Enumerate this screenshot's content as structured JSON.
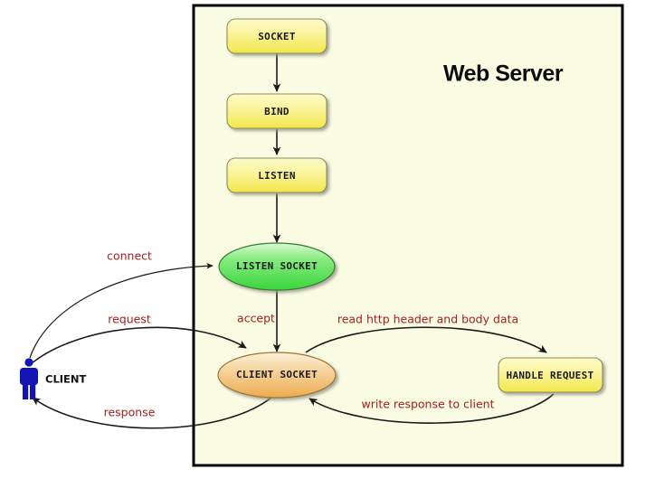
{
  "diagram": {
    "title": "Web Server",
    "client_actor": {
      "label": "CLIENT",
      "icon": "person-icon",
      "color": "#1414b4"
    },
    "container": {
      "name": "web-server-boundary",
      "fill": "#f9fbe3",
      "stroke": "#000000"
    },
    "nodes": [
      {
        "id": "socket",
        "label": "SOCKET",
        "shape": "rounded-rect",
        "color": "#f5ef7a"
      },
      {
        "id": "bind",
        "label": "BIND",
        "shape": "rounded-rect",
        "color": "#f5ef7a"
      },
      {
        "id": "listen",
        "label": "LISTEN",
        "shape": "rounded-rect",
        "color": "#f5ef7a"
      },
      {
        "id": "listen-socket",
        "label": "LISTEN SOCKET",
        "shape": "ellipse",
        "color": "#5fe05f"
      },
      {
        "id": "client-socket",
        "label": "CLIENT SOCKET",
        "shape": "ellipse",
        "color": "#f0b860"
      },
      {
        "id": "handle-request",
        "label": "HANDLE REQUEST",
        "shape": "rounded-rect",
        "color": "#f5ef7a"
      }
    ],
    "edges": [
      {
        "id": "socket-to-bind",
        "label": "",
        "from": "socket",
        "to": "bind"
      },
      {
        "id": "bind-to-listen",
        "label": "",
        "from": "bind",
        "to": "listen"
      },
      {
        "id": "listen-to-listen-socket",
        "label": "",
        "from": "listen",
        "to": "listen-socket"
      },
      {
        "id": "accept",
        "label": "accept",
        "from": "listen-socket",
        "to": "client-socket"
      },
      {
        "id": "connect",
        "label": "connect",
        "from": "client",
        "to": "listen-socket"
      },
      {
        "id": "request",
        "label": "request",
        "from": "client",
        "to": "client-socket"
      },
      {
        "id": "response",
        "label": "response",
        "from": "client-socket",
        "to": "client"
      },
      {
        "id": "read-request",
        "label": "read http header and body data",
        "from": "client-socket",
        "to": "handle-request"
      },
      {
        "id": "write-response",
        "label": "write response to client",
        "from": "handle-request",
        "to": "client-socket"
      }
    ],
    "colors": {
      "edge_label": "#a32020",
      "node_text": "#1a1a1a",
      "arrow": "#1a1a1a",
      "canvas": "#ffffff"
    }
  }
}
